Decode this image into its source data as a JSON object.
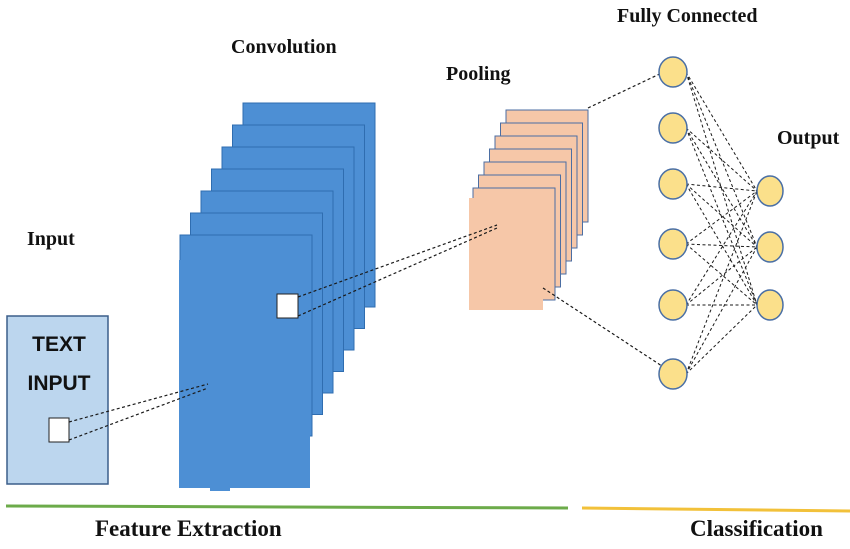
{
  "labels": {
    "input": "Input",
    "input_box_line1": "TEXT",
    "input_box_line2": "INPUT",
    "convolution": "Convolution",
    "pooling": "Pooling",
    "fully_connected": "Fully Connected",
    "output": "Output",
    "feature_extraction": "Feature Extraction",
    "classification": "Classification"
  },
  "colors": {
    "input_fill": "#bcd6ee",
    "conv_fill": "#4d8fd4",
    "conv_edge": "#2f6db0",
    "pool_fill": "#f6c7a8",
    "neuron_fill": "#fbe08b",
    "neuron_edge": "#4a6fa5",
    "feature_line": "#6cab4a",
    "classification_line": "#f2c13a"
  },
  "network": {
    "conv_feature_maps": 7,
    "pool_feature_maps": 7,
    "fully_connected_neurons": 6,
    "output_neurons": 3
  }
}
